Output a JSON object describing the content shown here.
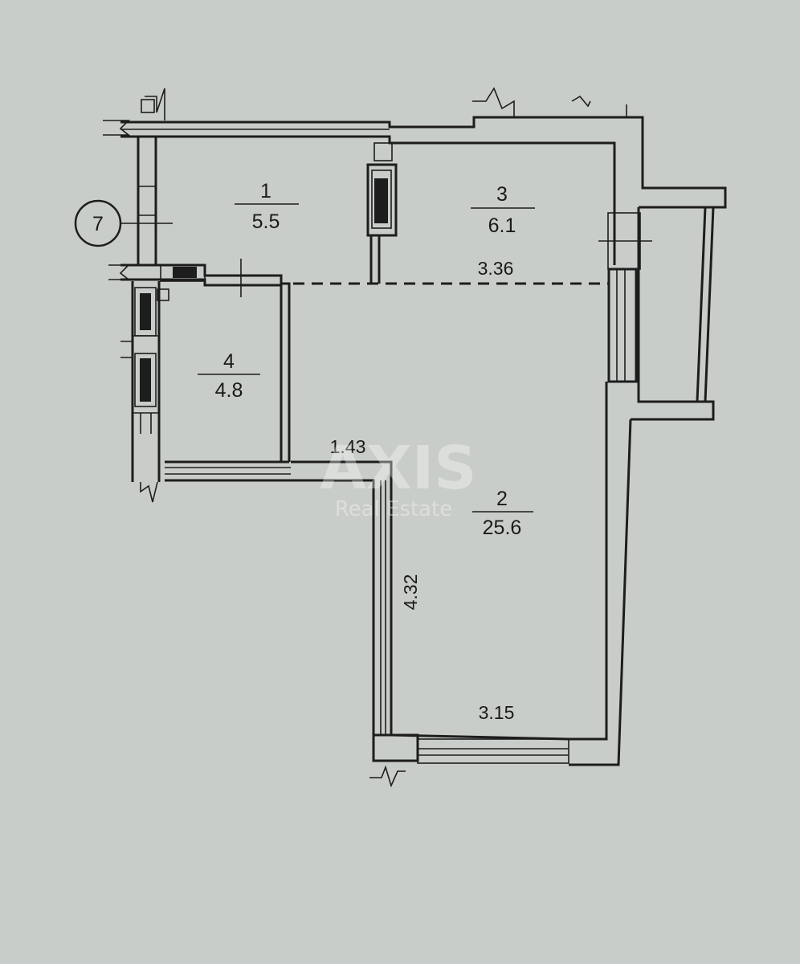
{
  "rooms": [
    {
      "number": "1",
      "area": "5.5"
    },
    {
      "number": "2",
      "area": "25.6"
    },
    {
      "number": "3",
      "area": "6.1"
    },
    {
      "number": "4",
      "area": "4.8"
    }
  ],
  "dimensions": {
    "d1": "3.36",
    "d2": "1.43",
    "d3": "4.32",
    "d4": "3.15"
  },
  "axis_marker": "7",
  "watermark": {
    "brand": "AXIS",
    "sub": "Real Estate"
  },
  "colors": {
    "paper": "#c9cdc9",
    "ink": "#1d1d1d"
  }
}
